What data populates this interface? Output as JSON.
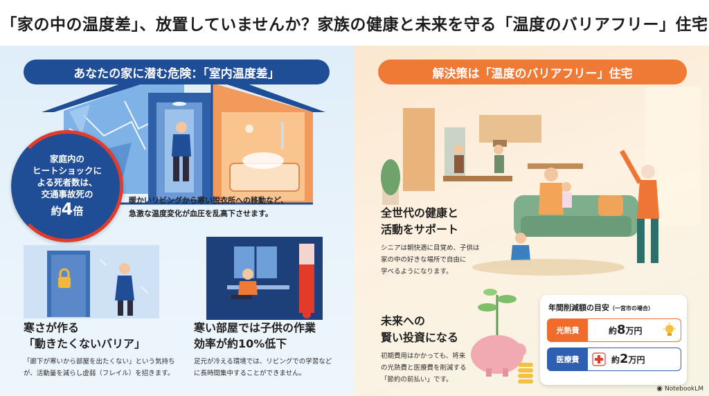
{
  "title": "「家の中の温度差」、放置していませんか？家族の健康と未来を守る「温度のバリアフリー」住宅",
  "left": {
    "banner": "あなたの家に潜む危険：「室内温度差」",
    "stat": {
      "line1": "家庭内の",
      "line2": "ヒートショックに",
      "line3": "よる死者数は、",
      "line4": "交通事故死の",
      "prefix": "約",
      "number": "4",
      "suffix": "倍"
    },
    "house_caption": {
      "line1": "暖かいリビングから寒い脱衣所への移動など、",
      "line2": "急激な温度変化が血圧を乱高下させます。"
    },
    "barrier": {
      "head1": "寒さが作る",
      "head2": "「動きたくないバリア」",
      "body1": "「廊下が寒いから部屋を出たくない」という気持ち",
      "body2": "が、活動量を減らし虚弱（フレイル）を招きます。"
    },
    "study": {
      "head1": "寒い部屋では子供の作業",
      "head2": "効率が約10%低下",
      "body1": "足元が冷える環境では、リビングでの学習など",
      "body2": "に長時間集中することができません。"
    }
  },
  "right": {
    "banner": "解決策は「温度のバリアフリー」住宅",
    "support": {
      "head1": "全世代の健康と",
      "head2": "活動をサポート",
      "body1": "シニアは朝快適に目覚め、子供は",
      "body2": "家の中の好きな場所で自由に",
      "body3": "学べるようになります。"
    },
    "invest": {
      "head1": "未来への",
      "head2": "賢い投資になる",
      "body1": "初期費用はかかっても、将来",
      "body2": "の光熱費と医療費を削減する",
      "body3": "「節約の前払い」です。"
    },
    "savings": {
      "title": "年間削減額の目安",
      "title_note": "（一宮市の場合）",
      "rows": [
        {
          "label": "光熱費",
          "prefix": "約",
          "amount": "8",
          "unit": "万円",
          "icon": "lightbulb-icon",
          "color": "#ef6c2d"
        },
        {
          "label": "医療費",
          "prefix": "約",
          "amount": "2",
          "unit": "万円",
          "icon": "medical-cross-icon",
          "color": "#2f5fb0"
        }
      ]
    }
  },
  "footer": {
    "brand": "NotebookLM"
  },
  "colors": {
    "navy": "#1f4e96",
    "orange": "#ef7a35",
    "red": "#e23b2a",
    "ice": "#5b8fd1"
  }
}
